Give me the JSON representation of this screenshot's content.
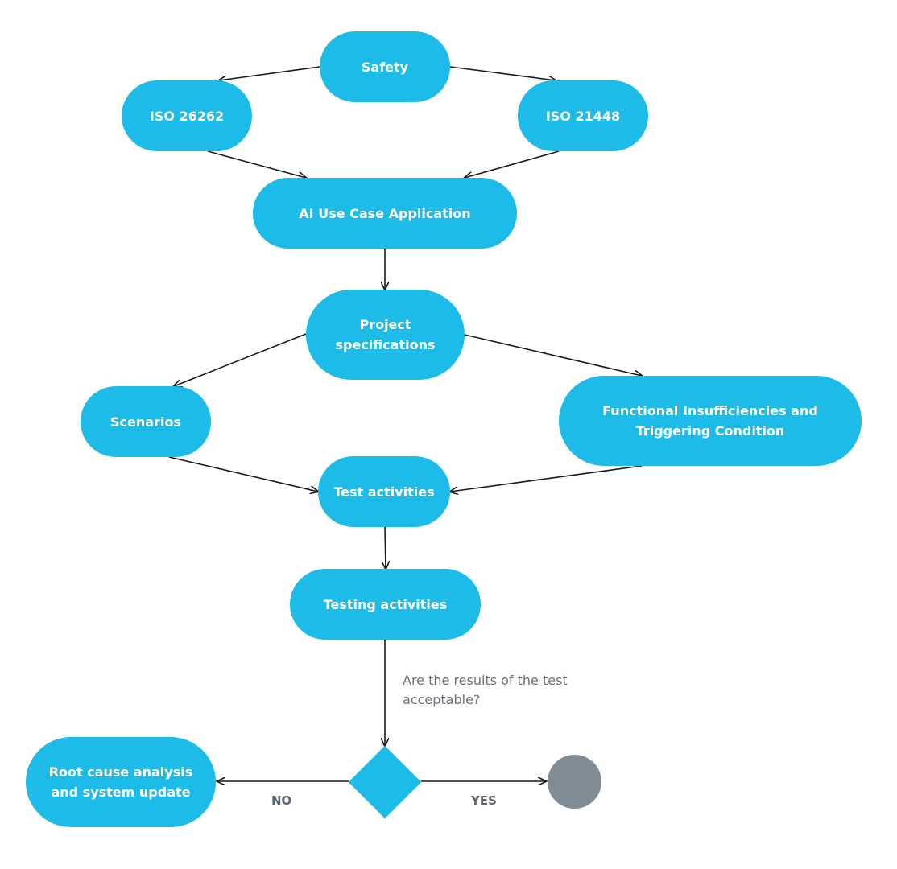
{
  "nodes": {
    "safety": "Safety",
    "iso26262": "ISO 26262",
    "iso21448": "ISO 21448",
    "ai_use_case": "AI Use Case Application",
    "project_specs": [
      "Project",
      "specifications"
    ],
    "scenarios": "Scenarios",
    "functional_insufficiencies": [
      "Functional Insufficiencies and",
      "Triggering Condition"
    ],
    "test_activities": "Test activities",
    "testing_activities": "Testing activities",
    "root_cause": [
      "Root cause analysis",
      "and system update"
    ]
  },
  "decision": {
    "question": [
      "Are the results of the test",
      "acceptable?"
    ],
    "no_label": "NO",
    "yes_label": "YES"
  },
  "colors": {
    "node_fill": "#1dbbe8",
    "node_text": "#ffffff",
    "end_node": "#7f8c95",
    "arrow": "#1a1a1a",
    "question_text": "#6c7279",
    "branch_label": "#5d6670"
  },
  "edges": [
    {
      "from": "safety",
      "to": "iso26262"
    },
    {
      "from": "safety",
      "to": "iso21448"
    },
    {
      "from": "iso26262",
      "to": "ai_use_case"
    },
    {
      "from": "iso21448",
      "to": "ai_use_case"
    },
    {
      "from": "ai_use_case",
      "to": "project_specs"
    },
    {
      "from": "project_specs",
      "to": "scenarios"
    },
    {
      "from": "project_specs",
      "to": "functional_insufficiencies"
    },
    {
      "from": "scenarios",
      "to": "test_activities"
    },
    {
      "from": "functional_insufficiencies",
      "to": "test_activities"
    },
    {
      "from": "test_activities",
      "to": "testing_activities"
    },
    {
      "from": "testing_activities",
      "to": "decision"
    },
    {
      "from": "decision",
      "to": "root_cause",
      "label": "NO"
    },
    {
      "from": "decision",
      "to": "end",
      "label": "YES"
    }
  ]
}
